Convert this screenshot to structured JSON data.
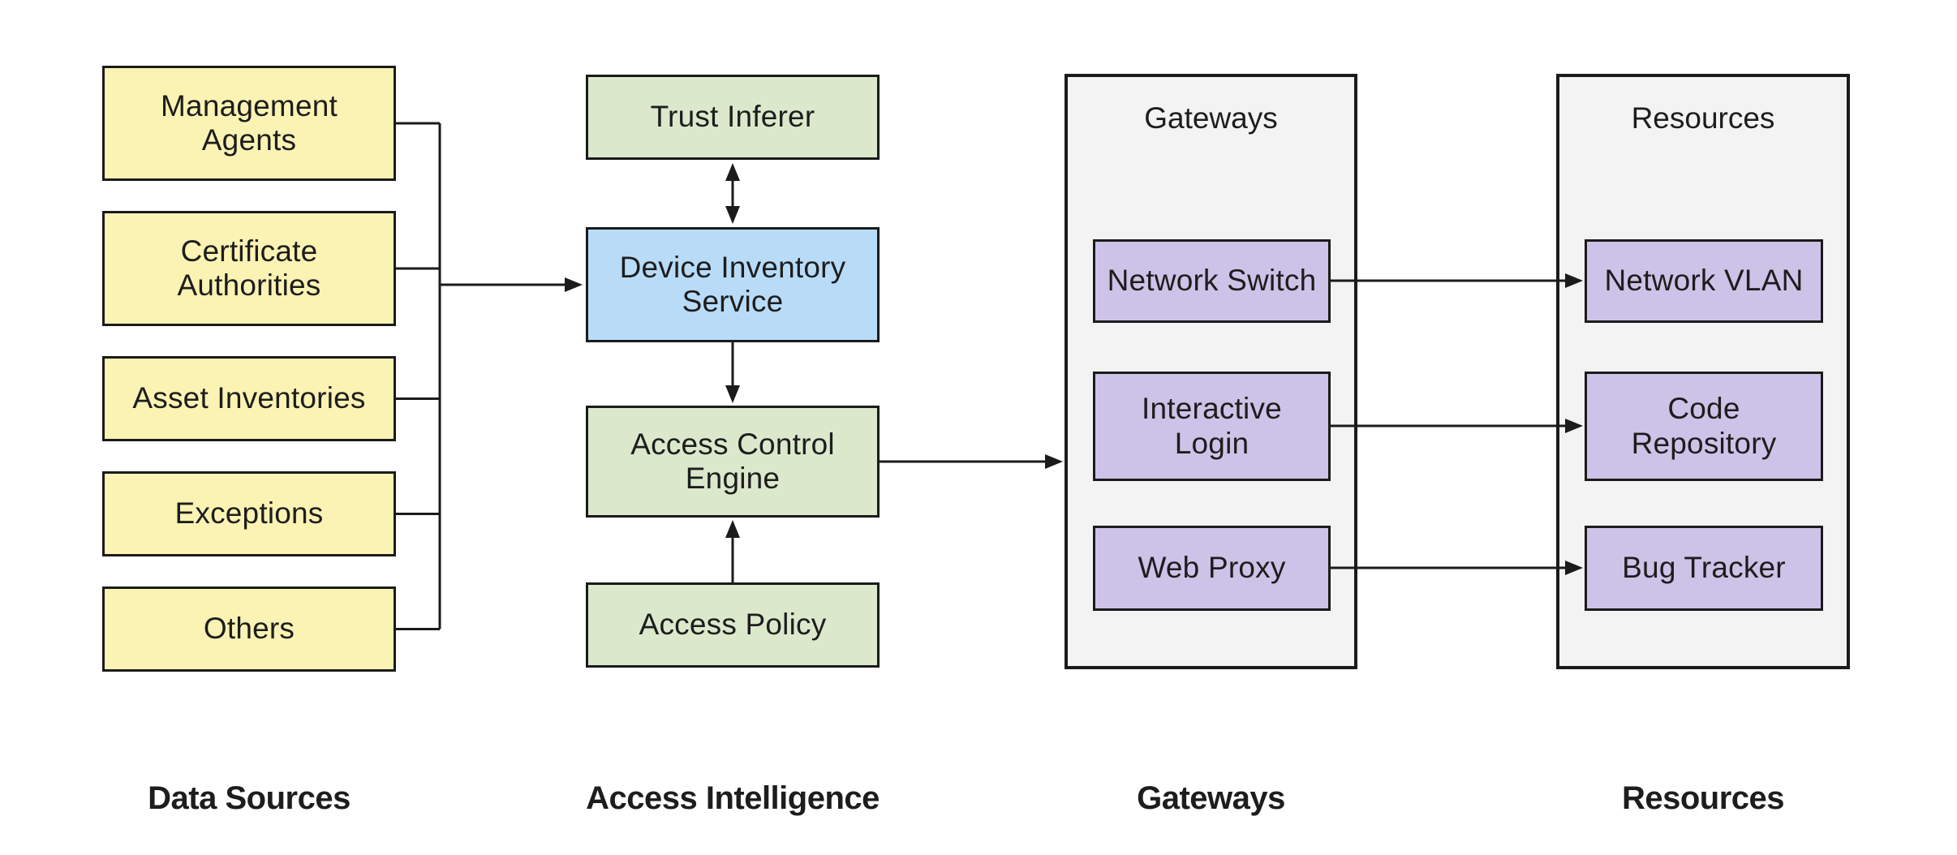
{
  "palette": {
    "yellow": "#FAF3B3",
    "green": "#DBE8CC",
    "blue": "#B8DBF8",
    "purple": "#CDC3E8",
    "container_bg": "#F3F3F3",
    "border": "#1B1B1B",
    "background": "#FFFFFF"
  },
  "sections": {
    "data_sources": {
      "footer_label": "Data Sources",
      "boxes": [
        {
          "label": "Management\nAgents",
          "fill": "yellow"
        },
        {
          "label": "Certificate\nAuthorities",
          "fill": "yellow"
        },
        {
          "label": "Asset Inventories",
          "fill": "yellow"
        },
        {
          "label": "Exceptions",
          "fill": "yellow"
        },
        {
          "label": "Others",
          "fill": "yellow"
        }
      ]
    },
    "access_intelligence": {
      "footer_label": "Access Intelligence",
      "boxes": [
        {
          "label": "Trust Inferer",
          "fill": "green"
        },
        {
          "label": "Device Inventory\nService",
          "fill": "blue"
        },
        {
          "label": "Access Control\nEngine",
          "fill": "green"
        },
        {
          "label": "Access Policy",
          "fill": "green"
        }
      ]
    },
    "gateways": {
      "title": "Gateways",
      "footer_label": "Gateways",
      "boxes": [
        {
          "label": "Network Switch",
          "fill": "purple"
        },
        {
          "label": "Interactive\nLogin",
          "fill": "purple"
        },
        {
          "label": "Web Proxy",
          "fill": "purple"
        }
      ]
    },
    "resources": {
      "title": "Resources",
      "footer_label": "Resources",
      "boxes": [
        {
          "label": "Network VLAN",
          "fill": "purple"
        },
        {
          "label": "Code\nRepository",
          "fill": "purple"
        },
        {
          "label": "Bug Tracker",
          "fill": "purple"
        }
      ]
    }
  },
  "connections": [
    {
      "from": "Management Agents",
      "to": "shared bus",
      "type": "line"
    },
    {
      "from": "Certificate Authorities",
      "to": "shared bus",
      "type": "line"
    },
    {
      "from": "Asset Inventories",
      "to": "shared bus",
      "type": "line"
    },
    {
      "from": "Exceptions",
      "to": "shared bus",
      "type": "line"
    },
    {
      "from": "Others",
      "to": "shared bus",
      "type": "line"
    },
    {
      "from": "shared bus",
      "to": "Device Inventory Service",
      "type": "arrow"
    },
    {
      "from": "Trust Inferer",
      "to": "Device Inventory Service",
      "type": "bidirectional-arrow"
    },
    {
      "from": "Device Inventory Service",
      "to": "Access Control Engine",
      "type": "arrow"
    },
    {
      "from": "Access Policy",
      "to": "Access Control Engine",
      "type": "arrow"
    },
    {
      "from": "Access Control Engine",
      "to": "Gateways",
      "type": "arrow"
    },
    {
      "from": "Network Switch",
      "to": "Network VLAN",
      "type": "arrow"
    },
    {
      "from": "Interactive Login",
      "to": "Code Repository",
      "type": "arrow"
    },
    {
      "from": "Web Proxy",
      "to": "Bug Tracker",
      "type": "arrow"
    }
  ]
}
